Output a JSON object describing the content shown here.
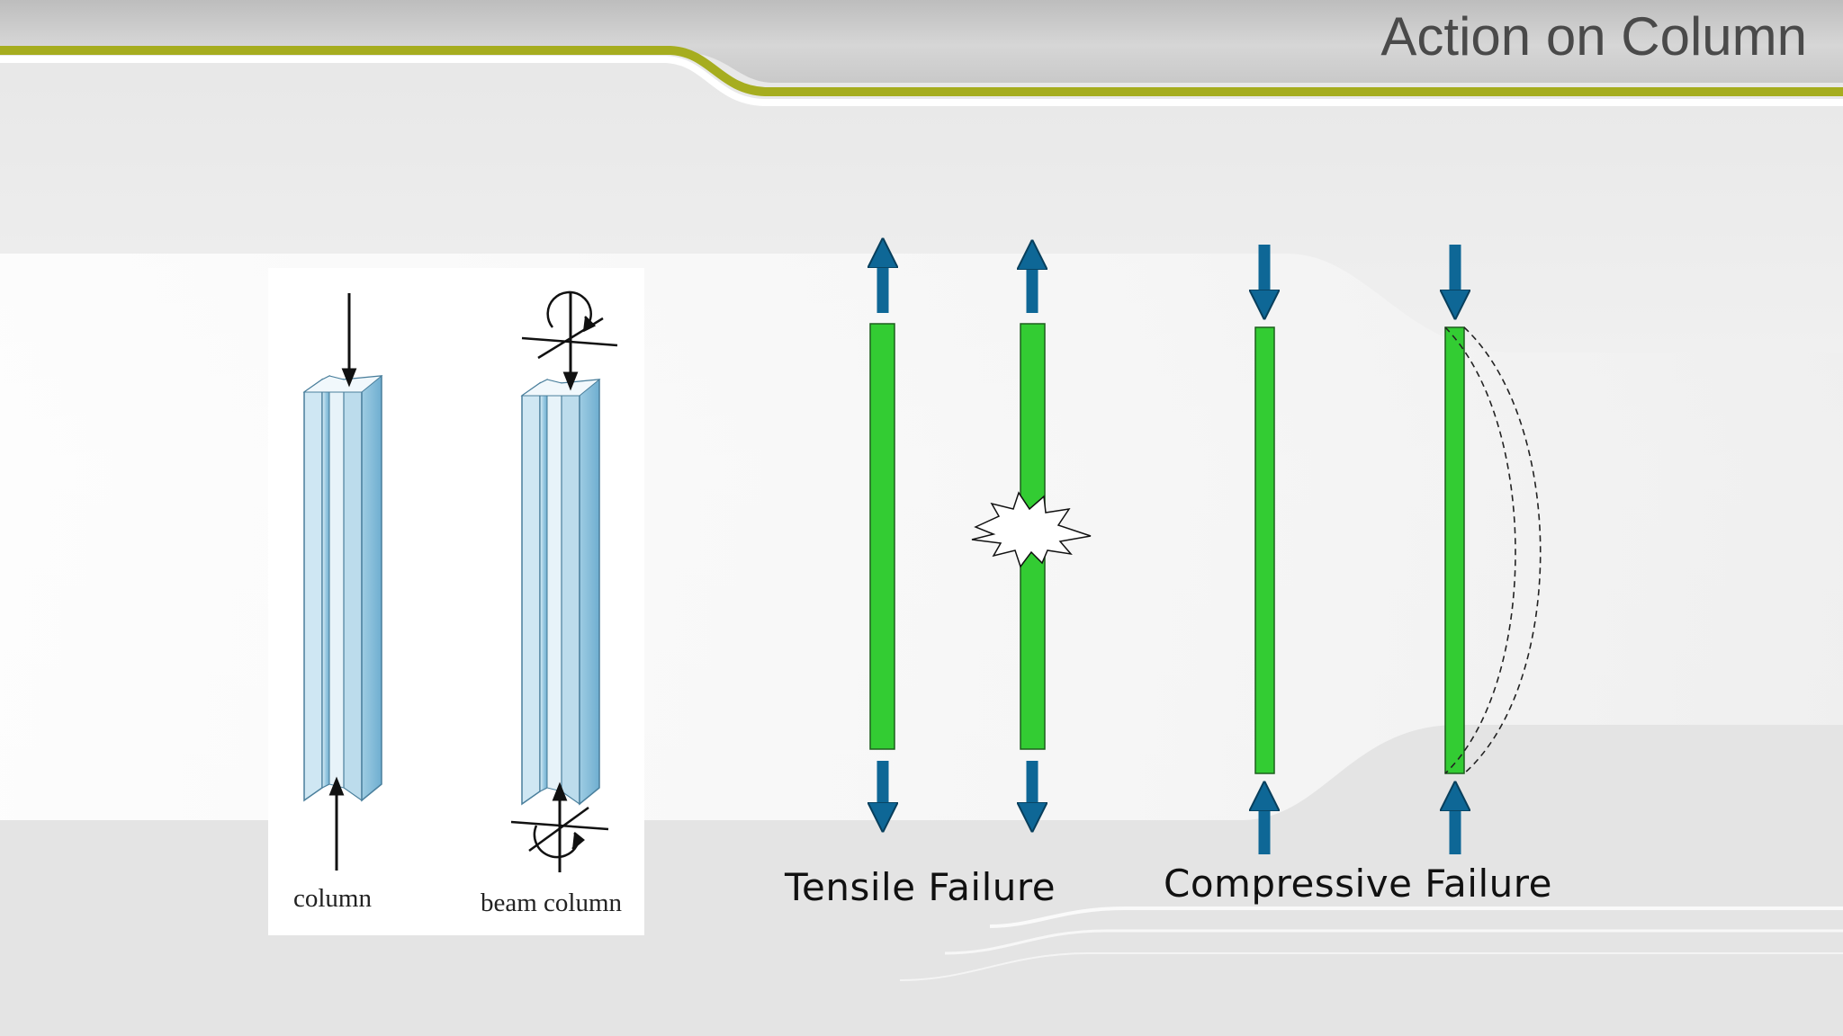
{
  "slide": {
    "title": "Action on Column",
    "colors": {
      "accent_stripe": "#a6ad1f",
      "member_green": "#33cc33",
      "arrow_blue": "#0e6796",
      "column_blue": "#a9d3e8"
    }
  },
  "left_figure": {
    "captions": {
      "column": "column",
      "beam_column": "beam column"
    }
  },
  "tensile": {
    "label": "Tensile Failure"
  },
  "compressive": {
    "label": "Compressive Failure"
  }
}
